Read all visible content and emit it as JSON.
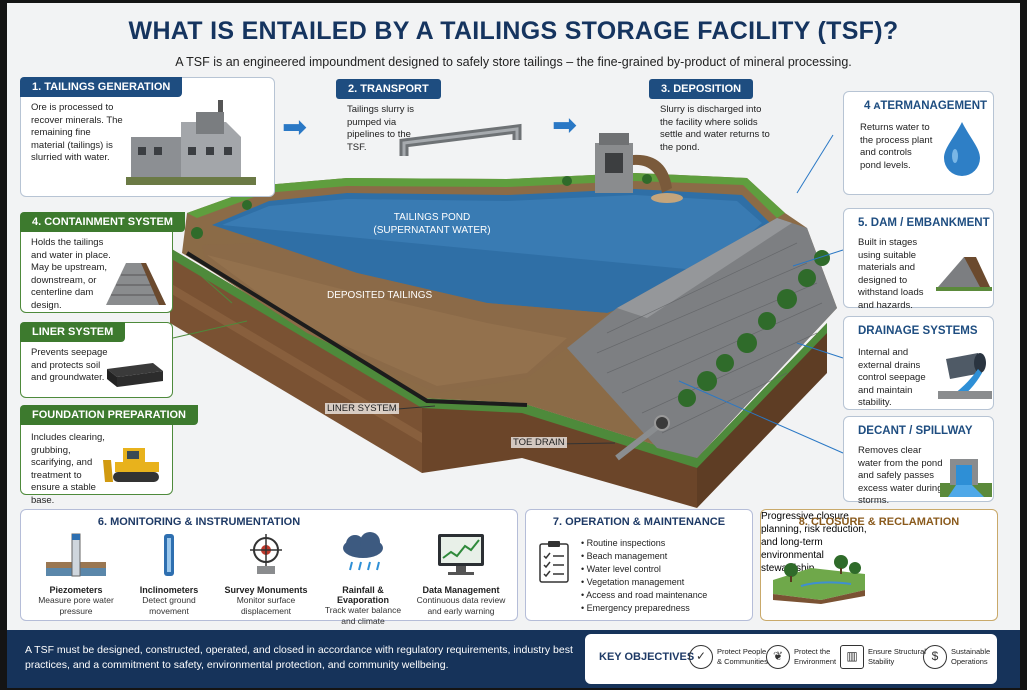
{
  "title": "WHAT IS ENTAILED BY A TAILINGS STORAGE FACILITY (TSF)?",
  "subtitle": "A TSF is an engineered impoundment designed to safely store tailings – the fine-grained by-product of mineral processing.",
  "steps": {
    "generation": {
      "title": "1. TAILINGS GENERATION",
      "text": "Ore is processed to recover minerals. The remaining fine material (tailings) is slurried with water."
    },
    "transport": {
      "title": "2. TRANSPORT",
      "text": "Tailings slurry is pumped via pipelines to the TSF."
    },
    "deposition": {
      "title": "3. DEPOSITION",
      "text": "Slurry is discharged into the facility where solids settle and water returns to the pond."
    },
    "water": {
      "title": "4 ᴀTERMANAGEMENT",
      "text": "Returns water to the process plant and controls pond levels."
    },
    "containment": {
      "title": "4. CONTAINMENT SYSTEM",
      "text": "Holds the tailings and water in place. May be upstream, downstream, or centerline dam design."
    },
    "liner": {
      "title": "LINER SYSTEM",
      "text": "Prevents seepage and protects soil and groundwater."
    },
    "foundation": {
      "title": "FOUNDATION PREPARATION",
      "text": "Includes clearing, grubbing, scarifying, and treatment to ensure a stable base."
    },
    "dam": {
      "title": "5. DAM / EMBANKMENT",
      "text": "Built in stages using suitable materials and designed to withstand loads and hazards."
    },
    "drainage": {
      "title": "DRAINAGE SYSTEMS",
      "text": "Internal and external drains control seepage and maintain stability."
    },
    "decant": {
      "title": "DECANT / SPILLWAY",
      "text": "Removes clear water from the pond and safely passes excess water during storms."
    }
  },
  "diagram_labels": {
    "pond": "TAILINGS POND\n(SUPERNATANT WATER)",
    "tailings": "DEPOSITED TAILINGS",
    "liner": "LINER SYSTEM",
    "toe_drain": "TOE DRAIN"
  },
  "monitoring": {
    "title": "6. MONITORING & INSTRUMENTATION",
    "items": [
      {
        "icon": "piezometer-icon",
        "name": "Piezometers",
        "desc": "Measure pore water pressure"
      },
      {
        "icon": "inclinometer-icon",
        "name": "Inclinometers",
        "desc": "Detect ground movement"
      },
      {
        "icon": "survey-monument-icon",
        "name": "Survey Monuments",
        "desc": "Monitor surface displacement"
      },
      {
        "icon": "rain-cloud-icon",
        "name": "Rainfall & Evaporation",
        "desc": "Track water balance and climate"
      },
      {
        "icon": "monitor-chart-icon",
        "name": "Data Management",
        "desc": "Continuous data review and early warning"
      }
    ]
  },
  "operation": {
    "title": "7. OPERATION & MAINTENANCE",
    "items": [
      "Routine inspections",
      "Beach management",
      "Water level control",
      "Vegetation management",
      "Access and road maintenance",
      "Emergency preparedness"
    ]
  },
  "closure": {
    "title": "8. CLOSURE & RECLAMATION",
    "text": "Progressive closure planning, risk reduction, and long-term environmental stewardship."
  },
  "footer": {
    "text": "A TSF must be designed, constructed, operated, and closed in accordance with regulatory requirements, industry best practices, and a commitment to safety, environmental protection, and community wellbeing.",
    "objectives_title": "KEY OBJECTIVES",
    "objectives": [
      {
        "icon": "shield-check-icon",
        "line1": "Protect People",
        "line2": "& Communities"
      },
      {
        "icon": "leaf-icon",
        "line1": "Protect the",
        "line2": "Environment"
      },
      {
        "icon": "building-icon",
        "line1": "Ensure Structural",
        "line2": "Stability"
      },
      {
        "icon": "dollar-icon",
        "line1": "Sustainable",
        "line2": "Operations"
      }
    ]
  }
}
